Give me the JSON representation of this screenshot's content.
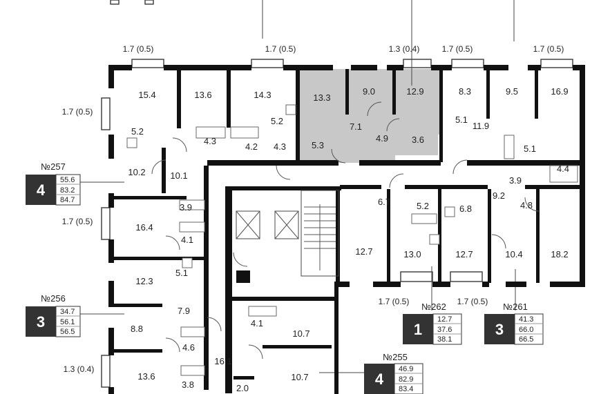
{
  "rooms": [
    {
      "label": "15.4"
    },
    {
      "label": "13.6"
    },
    {
      "label": "14.3"
    },
    {
      "label": "13.3"
    },
    {
      "label": "9.0"
    },
    {
      "label": "12.9"
    },
    {
      "label": "8.3"
    },
    {
      "label": "9.5"
    },
    {
      "label": "16.9"
    },
    {
      "label": "5.2"
    },
    {
      "label": "4.3"
    },
    {
      "label": "5.2"
    },
    {
      "label": "4.2"
    },
    {
      "label": "4.3"
    },
    {
      "label": "5.3"
    },
    {
      "label": "7.1"
    },
    {
      "label": "4.9"
    },
    {
      "label": "3.6"
    },
    {
      "label": "5.1"
    },
    {
      "label": "11.9"
    },
    {
      "label": "5.1"
    },
    {
      "label": "4.4"
    },
    {
      "label": "10.2"
    },
    {
      "label": "10.1"
    },
    {
      "label": "3.9"
    },
    {
      "label": "9.2"
    },
    {
      "label": "4.8"
    },
    {
      "label": "6.7"
    },
    {
      "label": "5.2"
    },
    {
      "label": "6.8"
    },
    {
      "label": "16.4"
    },
    {
      "label": "3.9"
    },
    {
      "label": "4.1"
    },
    {
      "label": "12.7"
    },
    {
      "label": "13.0"
    },
    {
      "label": "12.7"
    },
    {
      "label": "10.4"
    },
    {
      "label": "18.2"
    },
    {
      "label": "12.3"
    },
    {
      "label": "5.1"
    },
    {
      "label": "7.9"
    },
    {
      "label": "8.8"
    },
    {
      "label": "4.1"
    },
    {
      "label": "10.7"
    },
    {
      "label": "4.6"
    },
    {
      "label": "16.1"
    },
    {
      "label": "13.6"
    },
    {
      "label": "3.8"
    },
    {
      "label": "10.7"
    },
    {
      "label": "2.0"
    }
  ],
  "balconies": [
    {
      "label": "1.7 (0.5)"
    },
    {
      "label": "1.7 (0.5)"
    },
    {
      "label": "1.3 (0.4)"
    },
    {
      "label": "1.7 (0.5)"
    },
    {
      "label": "1.7 (0.5)"
    },
    {
      "label": "1.7 (0.5)"
    },
    {
      "label": "1.7 (0.5)"
    },
    {
      "label": "1.7 (0.5)"
    },
    {
      "label": "1.7 (0.5)"
    },
    {
      "label": "1.3 (0.4)"
    }
  ],
  "units": [
    {
      "number": "№257",
      "rooms": "4",
      "areas": [
        "55.6",
        "83.2",
        "84.7"
      ]
    },
    {
      "number": "№256",
      "rooms": "3",
      "areas": [
        "34.7",
        "56.1",
        "56.5"
      ]
    },
    {
      "number": "№262",
      "rooms": "1",
      "areas": [
        "12.7",
        "37.6",
        "38.1"
      ]
    },
    {
      "number": "№261",
      "rooms": "3",
      "areas": [
        "41.3",
        "66.0",
        "66.5"
      ]
    },
    {
      "number": "№255",
      "rooms": "4",
      "areas": [
        "46.9",
        "82.9",
        "83.4"
      ]
    }
  ],
  "colors": {
    "wall": "#111111",
    "highlight": "#c8c8c8",
    "badge": "#333333"
  }
}
